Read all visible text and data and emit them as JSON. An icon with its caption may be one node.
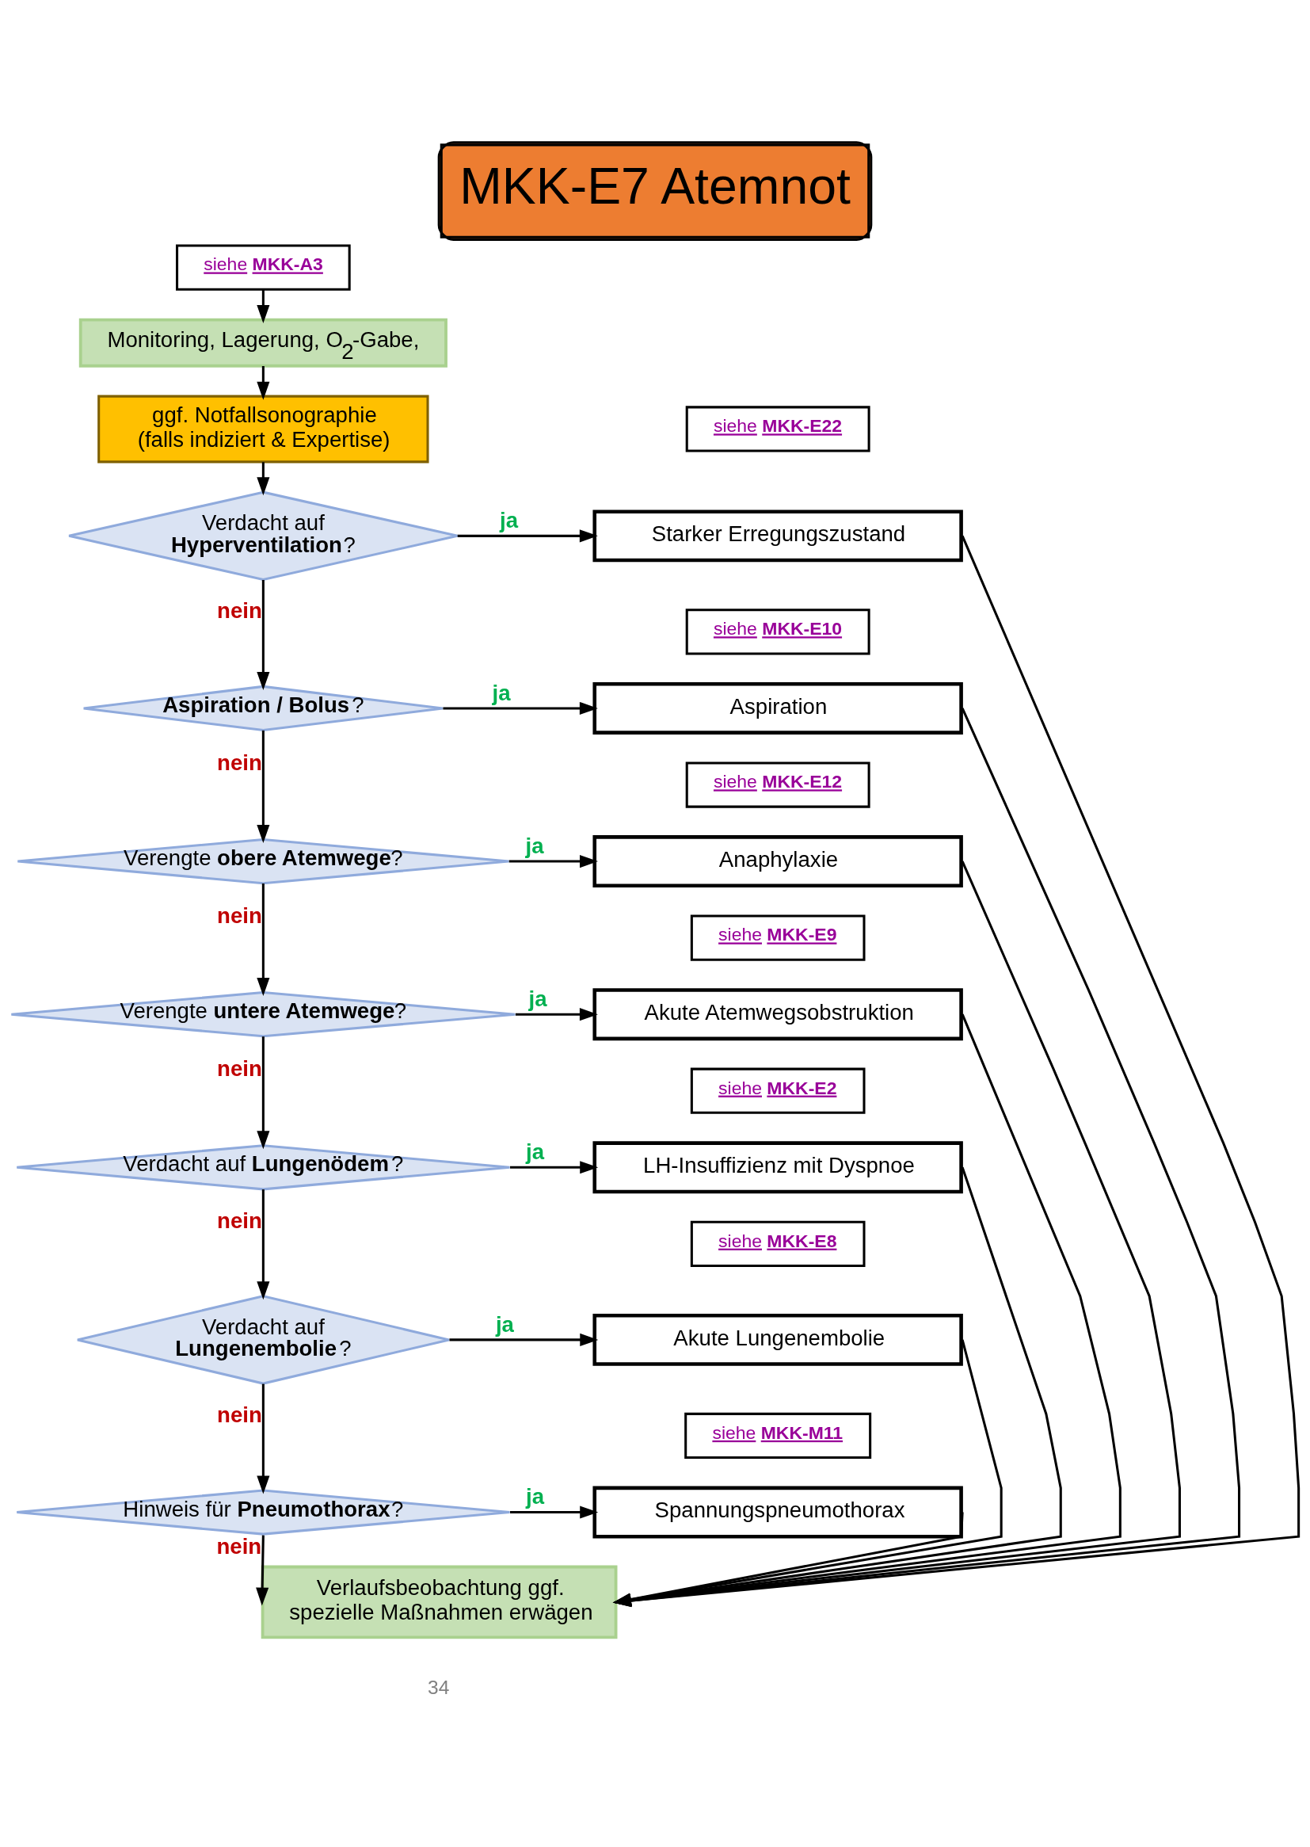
{
  "diagram": {
    "title": "MKK-E7 Atemnot",
    "nodes": [
      {
        "text": [
          "siehe **MKK-A3**"
        ]
      },
      {
        "text": [
          "Monitoring, Lagerung, O$_{2}$-Gabe,"
        ]
      },
      {
        "text": [
          "ggf. Notfallsonographie (falls indiziert & Expertise)"
        ]
      },
      {
        "text": [
          "Verdacht auf **Hyperventilation**?"
        ]
      },
      {
        "text": [
          "siehe **MKK-E22**"
        ]
      },
      {
        "text": [
          "Starker Erregungszustand"
        ]
      },
      {
        "text": [
          "**Aspiration / Bolus**?"
        ]
      },
      {
        "text": [
          "siehe **MKK-E10**"
        ]
      },
      {
        "text": [
          "Aspiration"
        ]
      },
      {
        "text": [
          "Verengte **obere Atemwege**?"
        ]
      },
      {
        "text": [
          "siehe **MKK-E12**"
        ]
      },
      {
        "text": [
          "Anaphylaxie"
        ]
      },
      {
        "text": [
          "Verengte **untere Atemwege**?"
        ]
      },
      {
        "text": [
          "siehe **MKK-E9**"
        ]
      },
      {
        "text": [
          "Akute Atemwegsobstruktion"
        ]
      },
      {
        "text": [
          "Verdacht auf **Lungenödem**?"
        ]
      },
      {
        "text": [
          "siehe **MKK-E2**"
        ]
      },
      {
        "text": [
          "LH-Insuffizienz mit Dyspnoe"
        ]
      },
      {
        "text": [
          "Verdacht auf **Lungenembolie**?"
        ]
      },
      {
        "text": [
          "siehe **MKK-E8**"
        ]
      },
      {
        "text": [
          "Akute Lungenembolie"
        ]
      },
      {
        "text": [
          "Hinweis für **Pneumothorax**?"
        ]
      },
      {
        "text": [
          "siehe **MKK-M11**"
        ]
      },
      {
        "text": [
          "Spannungspneumothorax"
        ]
      },
      {
        "text": [
          "Verlaufsbeobachtung ggf. spezielle Maßnahmen erwägen"
        ]
      }
    ],
    "edges": [
      {
        "from": 0,
        "to": 1,
        "arrow": "to"
      },
      {
        "from": 1,
        "to": 2,
        "arrow": "to"
      },
      {
        "from": 2,
        "to": 3,
        "arrow": "to"
      },
      {
        "from": 3,
        "to": 5,
        "arrow": "to",
        "label": "ja"
      },
      {
        "from": 3,
        "to": 6,
        "arrow": "to",
        "label": "nein"
      },
      {
        "from": 6,
        "to": 8,
        "arrow": "to",
        "label": "ja"
      },
      {
        "from": 6,
        "to": 9,
        "arrow": "to",
        "label": "nein"
      },
      {
        "from": 9,
        "to": 11,
        "arrow": "to",
        "label": "ja"
      },
      {
        "from": 9,
        "to": 12,
        "arrow": "to",
        "label": "nein"
      },
      {
        "from": 12,
        "to": 14,
        "arrow": "to",
        "label": "ja"
      },
      {
        "from": 12,
        "to": 15,
        "arrow": "to",
        "label": "nein"
      },
      {
        "from": 15,
        "to": 17,
        "arrow": "to",
        "label": "ja"
      },
      {
        "from": 15,
        "to": 18,
        "arrow": "to",
        "label": "nein"
      },
      {
        "from": 18,
        "to": 20,
        "arrow": "to",
        "label": "ja"
      },
      {
        "from": 18,
        "to": 21,
        "arrow": "to",
        "label": "nein"
      },
      {
        "from": 21,
        "to": 23,
        "arrow": "to",
        "label": "ja"
      },
      {
        "from": 21,
        "to": 24,
        "arrow": "to",
        "label": "nein"
      },
      {
        "from": 5,
        "to": 24,
        "arrow": "to"
      },
      {
        "from": 8,
        "to": 24,
        "arrow": "to"
      },
      {
        "from": 11,
        "to": 24,
        "arrow": "to"
      },
      {
        "from": 14,
        "to": 24,
        "arrow": "to"
      },
      {
        "from": 17,
        "to": 24,
        "arrow": "to"
      },
      {
        "from": 20,
        "to": 24,
        "arrow": "to"
      },
      {
        "from": 23,
        "to": 24,
        "arrow": "to"
      }
    ],
    "labels": [
      "34"
    ]
  }
}
